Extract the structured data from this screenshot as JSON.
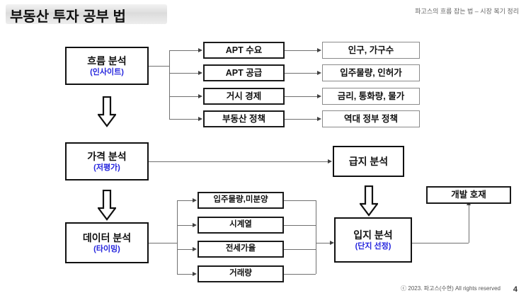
{
  "slide": {
    "title": "부동산 투자 공부 법",
    "header_note": "파고스의 흐름 잡는 법 – 시장 복기 정리",
    "footer_note": "ⓒ 2023. 파고스(수현) All rights reserved",
    "page_number": "4",
    "accent_blue": "#2424DD",
    "title_band_color": "#DCDCDC"
  },
  "nodes": {
    "flow_analysis": {
      "label": "흐름 분석",
      "sub": "(인사이트)"
    },
    "price_analysis": {
      "label": "가격 분석",
      "sub": "(저평가)"
    },
    "data_analysis": {
      "label": "데이터 분석",
      "sub": "(타이밍)"
    },
    "grade_analysis": {
      "label": "급지 분석"
    },
    "location_analysis": {
      "label": "입지 분석",
      "sub": "(단지 선정)"
    },
    "development_news": {
      "label": "개발 호재"
    }
  },
  "flow_branches": [
    {
      "label": "APT 수요"
    },
    {
      "label": "APT 공급"
    },
    {
      "label": "거시 경제"
    },
    {
      "label": "부동산 정책"
    }
  ],
  "flow_details": [
    {
      "label": "인구, 가구수"
    },
    {
      "label": "입주물량, 인허가"
    },
    {
      "label": "금리, 통화량, 물가"
    },
    {
      "label": "역대 정부 정책"
    }
  ],
  "data_branches": [
    {
      "label": "입주물량,미분양"
    },
    {
      "label": "시계열"
    },
    {
      "label": "전세가율"
    },
    {
      "label": "거래량"
    }
  ]
}
